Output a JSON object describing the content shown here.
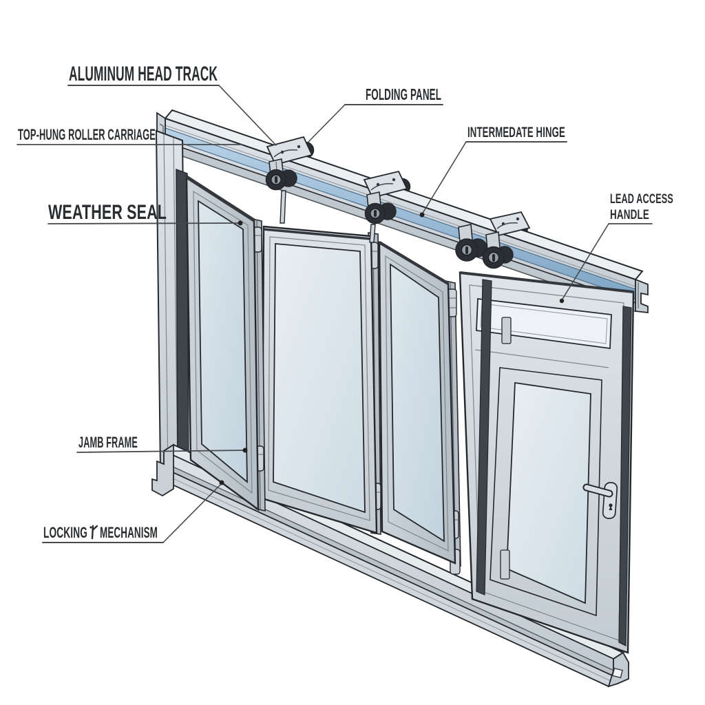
{
  "diagram": {
    "title": "Bi-fold door system exploded diagram",
    "labels": {
      "head_track": "ALUMINUM HEAD TRACK",
      "roller_carriage": "TOP-HUNG ROLLER CARRIAGE",
      "folding_panel": "FOLDING PANEL",
      "intermediate_hinge": "INTERMEDATE HINGE",
      "weather_seal": "WEATHER SEAL",
      "lead_access_line1": "LEAD ACCESS",
      "lead_access_line2": "HANDLE",
      "jamb_frame": "JAMB FRAME",
      "locking_part1": "LOCKING",
      "locking_part2": "MECHANISM"
    },
    "colors": {
      "background": "#ffffff",
      "outline": "#24282c",
      "aluminum": "#d3dade",
      "aluminum_light": "#e8edf0",
      "aluminum_mid": "#c3ccd2",
      "aluminum_dark": "#aab4bb",
      "glass_light": "#e9eff3",
      "glass_shade": "#cddbe4",
      "track_blue": "#a4c3dd",
      "track_blue_dark": "#7fa6c6",
      "seal": "#3f454b",
      "wheel": "#2b2e32",
      "wheel_hub": "#959ca3",
      "label": "#2a2d30",
      "leader": "#45494d"
    }
  }
}
